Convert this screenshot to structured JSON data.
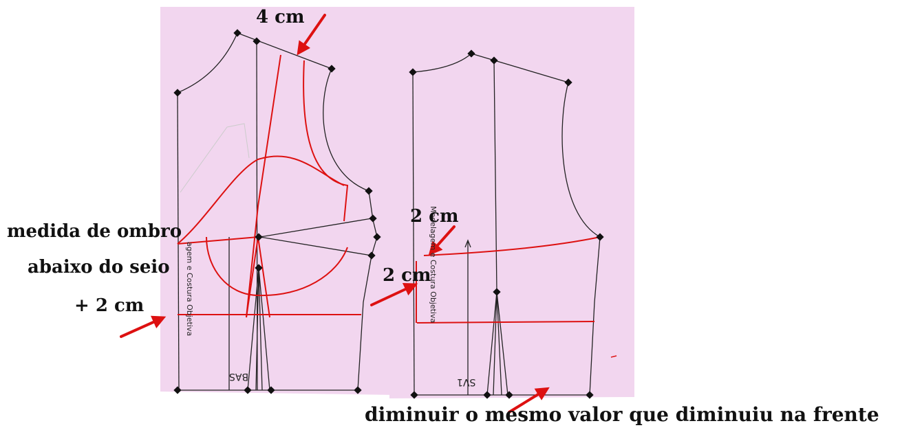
{
  "colors": {
    "paper": "#f2d6ef",
    "pattern_line": "#222222",
    "markup": "#dd1111",
    "label_text": "#111111"
  },
  "labels": {
    "front_neck_reduction": "4 cm",
    "back_side_raise": "2 cm",
    "back_hip_mark": "2 cm",
    "front_waist_left_1": "medida de ombro",
    "front_waist_left_2": "abaixo do seio",
    "front_waist_left_3": "+ 2 cm",
    "bottom_instruction": "diminuir o mesmo valor que diminuiu na frente"
  },
  "watermark": {
    "front": "agem e Costura Objetiva",
    "back": "Modelagem e Costura Objetiva"
  },
  "piece_codes": {
    "front": "BAS",
    "back": "SV1"
  }
}
